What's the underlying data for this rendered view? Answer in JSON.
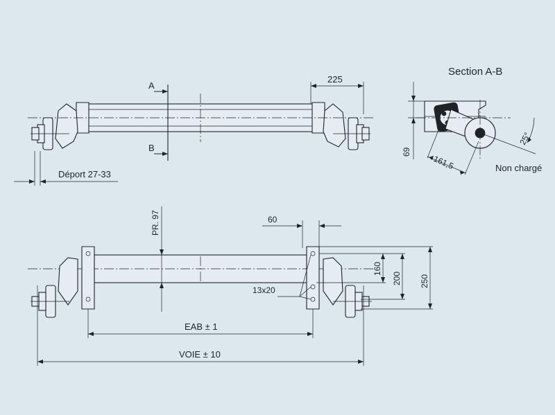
{
  "section_title": "Section A-B",
  "top_view": {
    "section_marker_top": "A",
    "section_marker_bottom": "B",
    "dim_hub_offset": "225",
    "offset_label": "Déport  27-33"
  },
  "section_view": {
    "dim_height": "69",
    "dim_arm": "161,5",
    "dim_angle": "25°",
    "state_label": "Non chargé"
  },
  "front_view": {
    "dim_pr": "PR. 97",
    "dim_60": "60",
    "dim_160": "160",
    "dim_200": "200",
    "dim_250": "250",
    "bolt_label": "13x20",
    "eab_label": "EAB ± 1",
    "voie_label": "VOIE ± 10"
  },
  "colors": {
    "background": "#dde7ee",
    "line": "#1e2328"
  }
}
